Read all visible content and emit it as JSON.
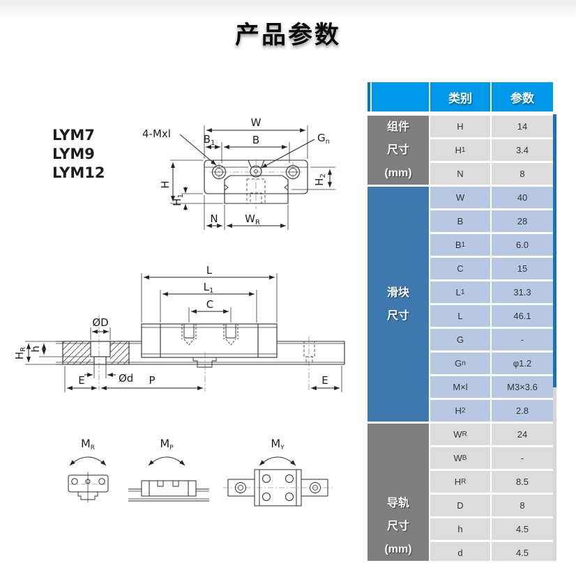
{
  "title": "产品参数",
  "drawing": {
    "models": [
      "LYM7",
      "LYM9",
      "LYM12"
    ],
    "dims": {
      "w": {
        "base": "W",
        "sub": ""
      },
      "b": {
        "base": "B",
        "sub": ""
      },
      "b1": {
        "base": "B",
        "sub": "1"
      },
      "gn": {
        "base": "G",
        "sub": "n"
      },
      "mxl": {
        "base": "4-Mxl",
        "sub": ""
      },
      "h_dim": {
        "base": "H",
        "sub": ""
      },
      "h1": {
        "base": "H",
        "sub": "1"
      },
      "h2": {
        "base": "H",
        "sub": "2"
      },
      "n": {
        "base": "N",
        "sub": ""
      },
      "wr": {
        "base": "W",
        "sub": "R"
      },
      "l": {
        "base": "L",
        "sub": ""
      },
      "l1": {
        "base": "L",
        "sub": "1"
      },
      "c": {
        "base": "C",
        "sub": ""
      },
      "od_big": {
        "base": "ØD",
        "sub": ""
      },
      "od_small": {
        "base": "Ød",
        "sub": ""
      },
      "hr": {
        "base": "H",
        "sub": "R"
      },
      "h_small": {
        "base": "h",
        "sub": ""
      },
      "e_left": {
        "base": "E",
        "sub": ""
      },
      "p": {
        "base": "P",
        "sub": ""
      },
      "e_right": {
        "base": "E",
        "sub": ""
      },
      "mr": {
        "base": "M",
        "sub": "R"
      },
      "mp": {
        "base": "M",
        "sub": "P"
      },
      "my": {
        "base": "M",
        "sub": "Y"
      }
    }
  },
  "table": {
    "columns": {
      "category": "类别",
      "parameter": "参数"
    },
    "groups": [
      {
        "label": [
          "组件",
          "尺寸",
          "(mm)"
        ],
        "style": "gray",
        "rows": [
          {
            "p": {
              "base": "H",
              "sub": ""
            },
            "v": "14"
          },
          {
            "p": {
              "base": "H",
              "sub": "1"
            },
            "v": "3.4"
          },
          {
            "p": {
              "base": "N",
              "sub": ""
            },
            "v": "8"
          }
        ]
      },
      {
        "label": [
          "滑块",
          "尺寸"
        ],
        "style": "blue",
        "rows": [
          {
            "p": {
              "base": "W",
              "sub": ""
            },
            "v": "40"
          },
          {
            "p": {
              "base": "B",
              "sub": ""
            },
            "v": "28"
          },
          {
            "p": {
              "base": "B",
              "sub": "1"
            },
            "v": "6.0"
          },
          {
            "p": {
              "base": "C",
              "sub": ""
            },
            "v": "15"
          },
          {
            "p": {
              "base": "L",
              "sub": "1"
            },
            "v": "31.3"
          },
          {
            "p": {
              "base": "L",
              "sub": ""
            },
            "v": "46.1"
          },
          {
            "p": {
              "base": "G",
              "sub": ""
            },
            "v": "-"
          },
          {
            "p": {
              "base": "G",
              "sub": "n"
            },
            "v": "φ1.2"
          },
          {
            "p": {
              "base": "M×l",
              "sub": ""
            },
            "v": "M3×3.6"
          },
          {
            "p": {
              "base": "H",
              "sub": "2"
            },
            "v": "2.8"
          }
        ]
      },
      {
        "label": [
          "导轨",
          "尺寸",
          "(mm)"
        ],
        "style": "gray",
        "rows": [
          {
            "p": {
              "base": "W",
              "sub": "R"
            },
            "v": "24"
          },
          {
            "p": {
              "base": "W",
              "sub": "B"
            },
            "v": "-"
          },
          {
            "p": {
              "base": "H",
              "sub": "R"
            },
            "v": "8.5"
          },
          {
            "p": {
              "base": "D",
              "sub": ""
            },
            "v": "8"
          },
          {
            "p": {
              "base": "h",
              "sub": ""
            },
            "v": "4.5"
          },
          {
            "p": {
              "base": "d",
              "sub": ""
            },
            "v": "4.5"
          }
        ]
      }
    ]
  },
  "colors": {
    "header_blue": "#0098e8",
    "accent_blue": "#007cc8",
    "group_gray": "#7f7f7f",
    "group_blue": "#3e79ad",
    "row_gray": "#dcdcdc",
    "row_blue": "#b6c8e2",
    "scroll_thumb": "#1d6fb8",
    "scroll_track": "#d7d7d7",
    "model_red": "#e60012"
  }
}
